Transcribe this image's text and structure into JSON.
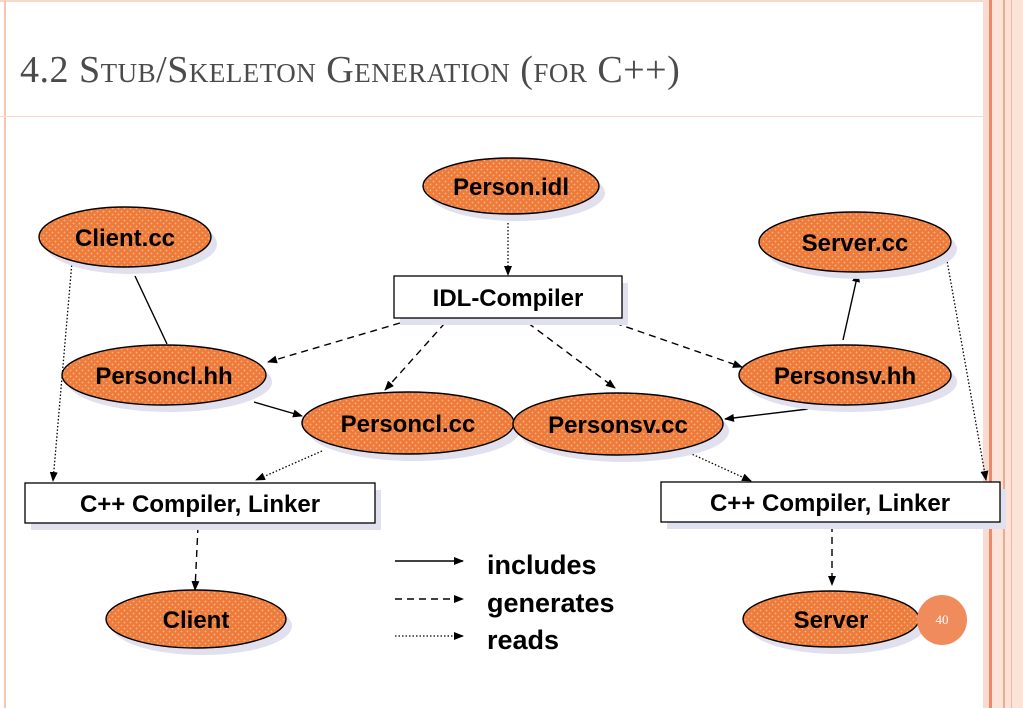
{
  "slide": {
    "title": "4.2 Stub/Skeleton Generation (for C++)",
    "page_number": "40"
  },
  "nodes": {
    "person_idl": "Person.idl",
    "client_cc": "Client.cc",
    "server_cc": "Server.cc",
    "idl_compiler": "IDL-Compiler",
    "personcl_hh": "Personcl.hh",
    "personsv_hh": "Personsv.hh",
    "personcl_cc": "Personcl.cc",
    "personsv_cc": "Personsv.cc",
    "compiler_left": "C++ Compiler, Linker",
    "compiler_right": "C++ Compiler, Linker",
    "client": "Client",
    "server": "Server"
  },
  "legend": {
    "includes": "includes",
    "generates": "generates",
    "reads": "reads"
  },
  "colors": {
    "ellipse_fill": "#ee7b3a",
    "ellipse_shadow": "#e0e0ee",
    "page_badge": "#f08b5c",
    "title_text": "#4b4b4b"
  }
}
